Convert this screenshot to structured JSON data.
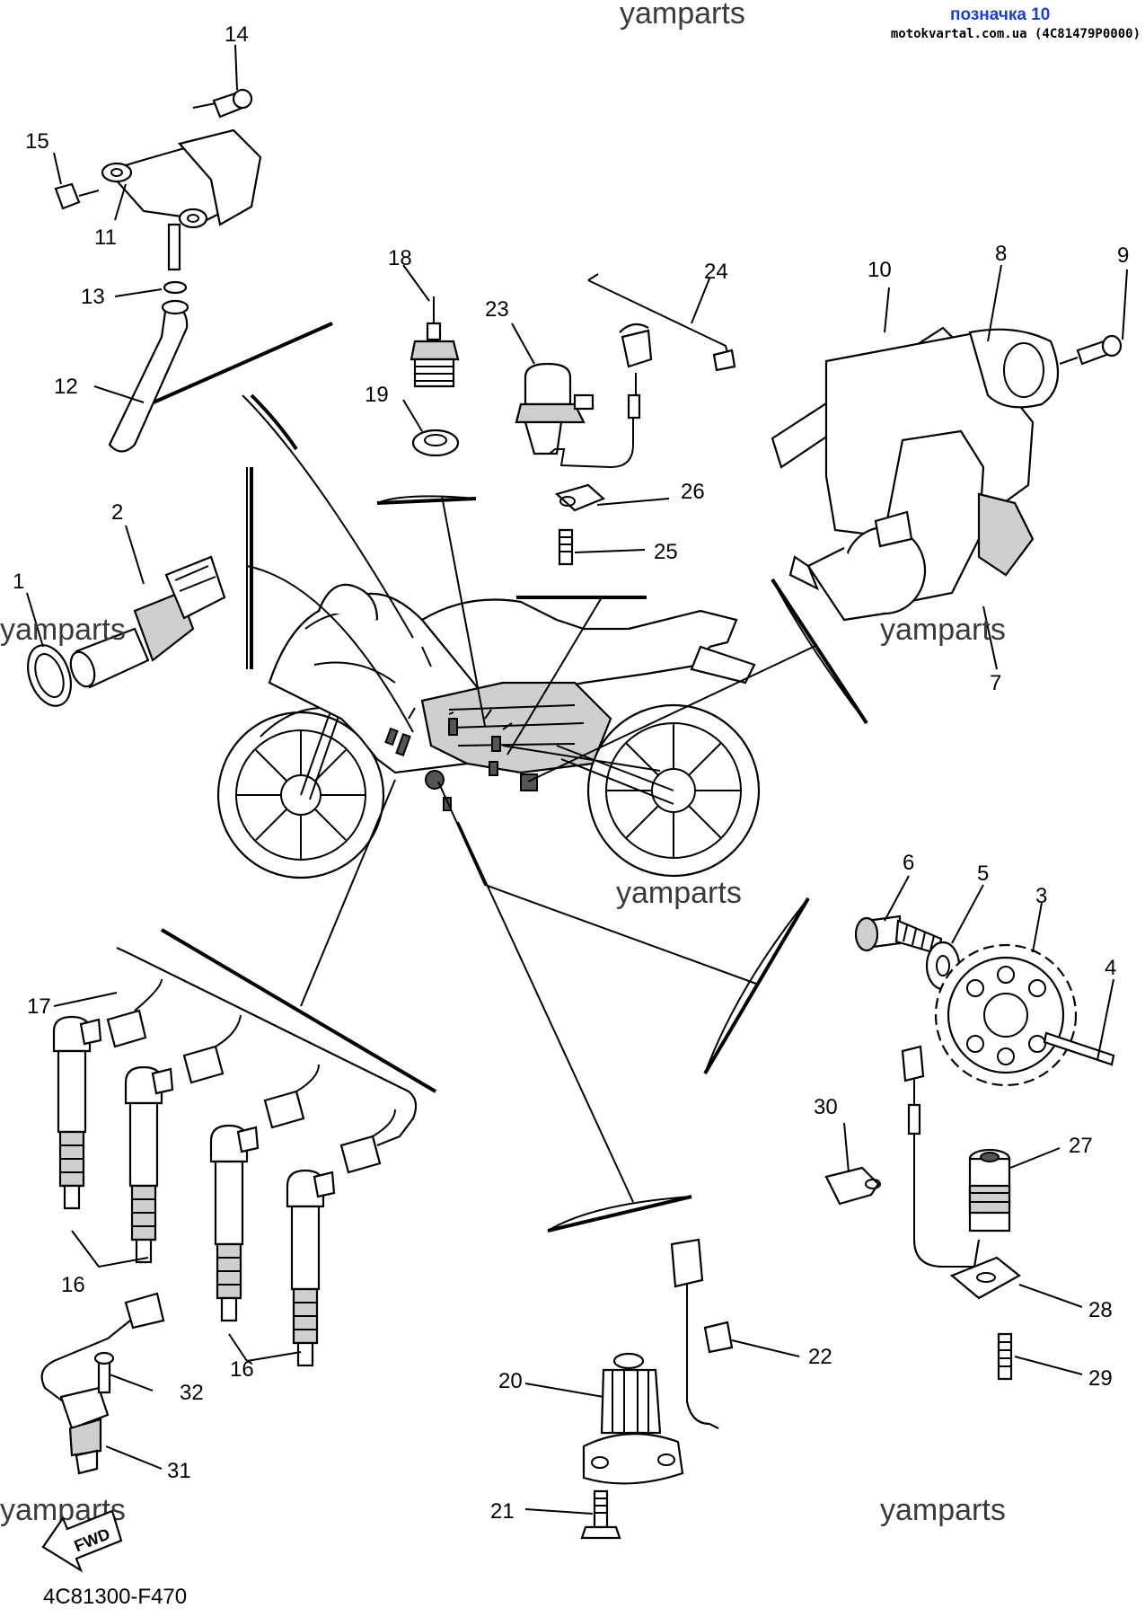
{
  "header": {
    "link_text": "позначка 10",
    "site_text": "motokvartal.com.ua (4C81479P0000)"
  },
  "watermark_text": "yamparts",
  "diagram_code": "4C81300-F470",
  "fwd_label": "FWD",
  "part_numbers": [
    "1",
    "2",
    "3",
    "4",
    "5",
    "6",
    "7",
    "8",
    "9",
    "10",
    "11",
    "12",
    "13",
    "14",
    "15",
    "16",
    "16",
    "17",
    "18",
    "19",
    "20",
    "21",
    "22",
    "23",
    "24",
    "25",
    "26",
    "27",
    "28",
    "29",
    "30",
    "31",
    "32"
  ],
  "colors": {
    "link": "#1a3fd1",
    "ink": "#000000",
    "watermark": "#3a3a3a"
  }
}
